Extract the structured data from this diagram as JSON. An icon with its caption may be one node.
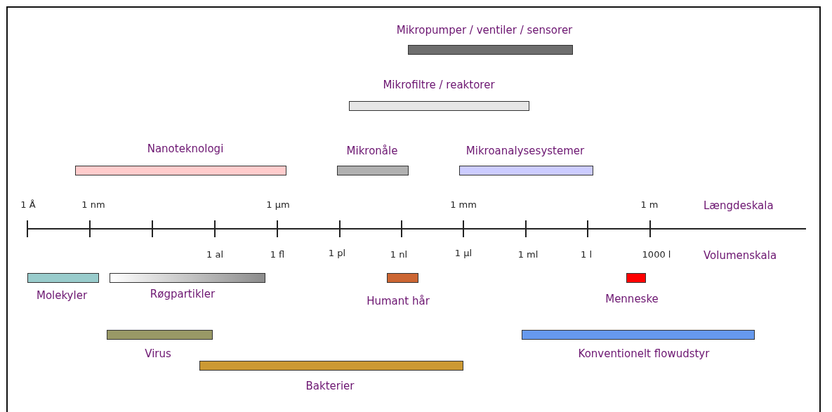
{
  "diagram": {
    "nodes": [
      {
        "text": [
          "Mikropumper / ventiler / sensorer"
        ]
      },
      {
        "text": [
          "Mikrofiltre / reaktorer"
        ]
      },
      {
        "text": [
          "Nanoteknologi"
        ]
      },
      {
        "text": [
          "Mikronåle"
        ]
      },
      {
        "text": [
          "Mikroanalysesystemer"
        ]
      },
      {
        "text": [
          "Molekyler"
        ]
      },
      {
        "text": [
          "Røgpartikler"
        ]
      },
      {
        "text": [
          "Humant hår"
        ]
      },
      {
        "text": [
          "Menneske"
        ]
      },
      {
        "text": [
          "Virus"
        ]
      },
      {
        "text": [
          "Konventionelt flowudstyr"
        ]
      },
      {
        "text": [
          "Bakterier"
        ]
      }
    ],
    "labels": [
      "1 Å",
      "1 nm",
      "1 µm",
      "1 mm",
      "1 m",
      "Længdeskala",
      "1 al",
      "1 fl",
      "1 pl",
      "1 nl",
      "1 µl",
      "1 ml",
      "1 l",
      "1000 l",
      "Volumenskala"
    ]
  }
}
